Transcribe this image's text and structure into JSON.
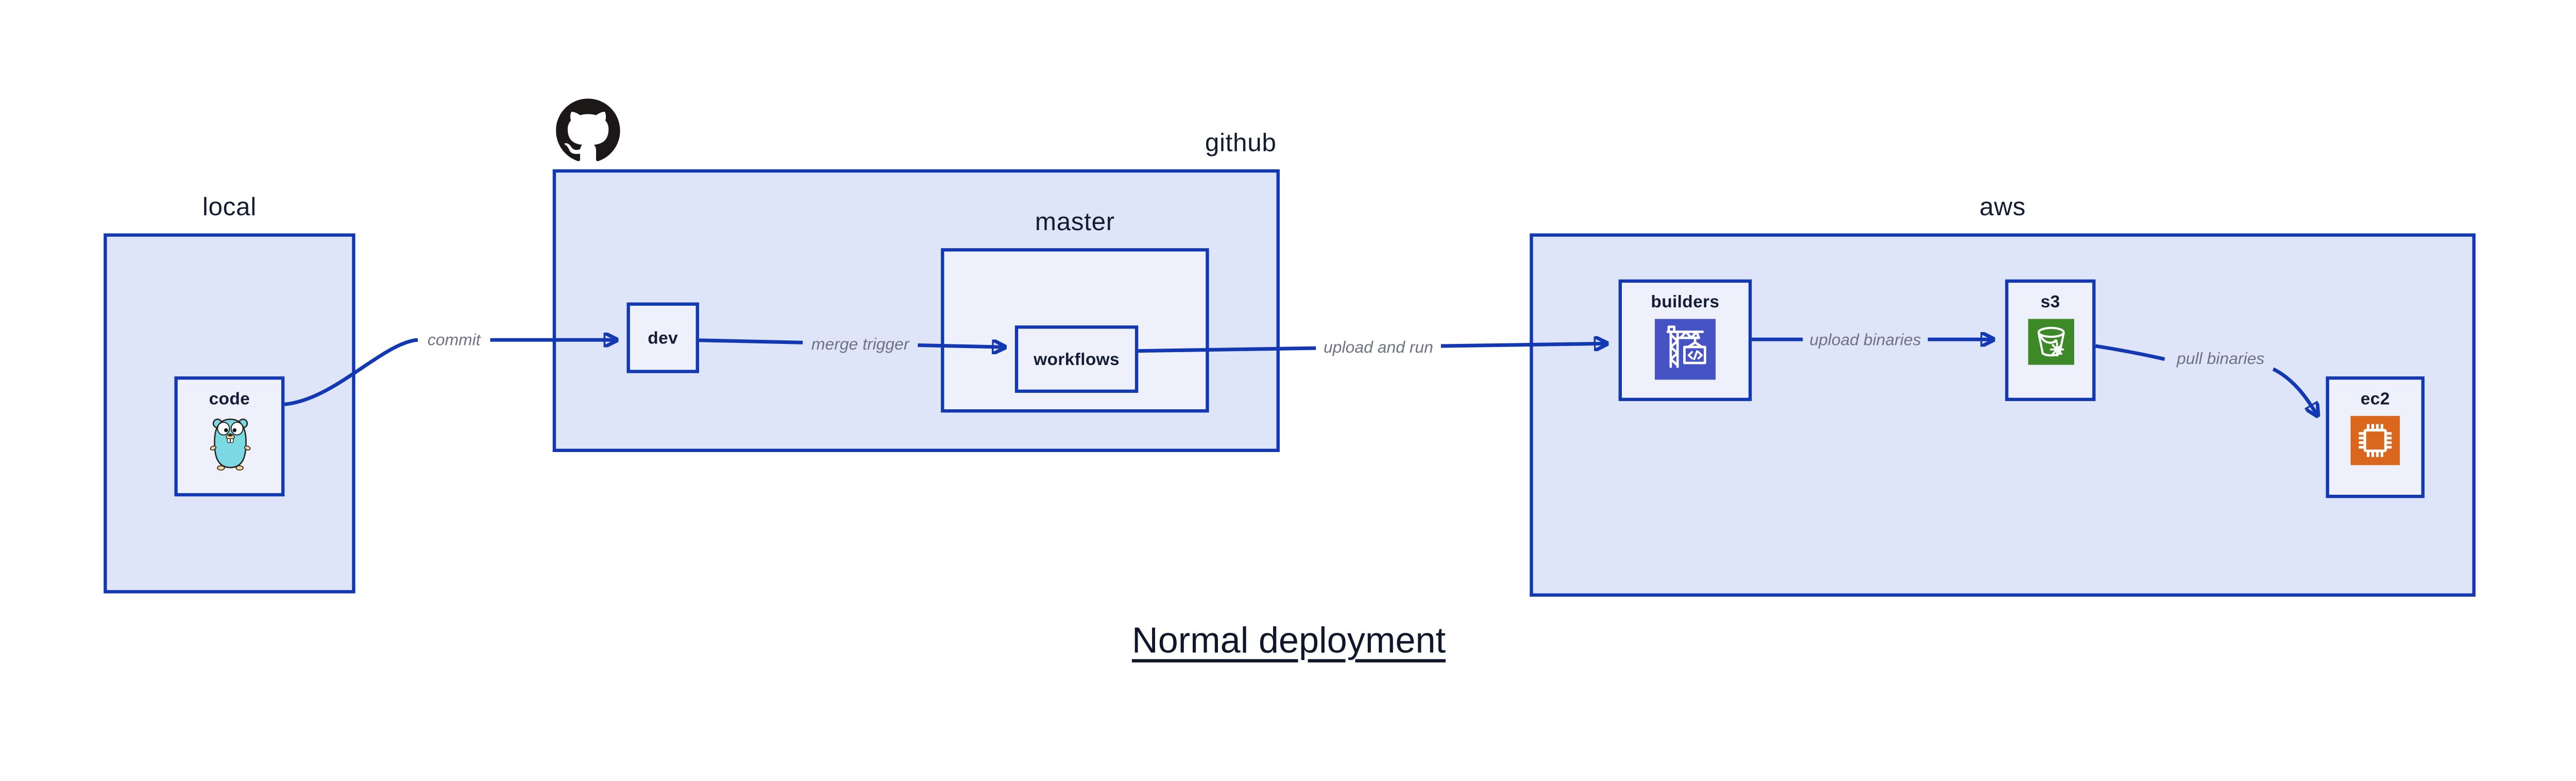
{
  "title": "Normal deployment",
  "groups": {
    "local": {
      "label": "local"
    },
    "github": {
      "label": "github",
      "icon": "github-octocat-icon"
    },
    "master": {
      "label": "master"
    },
    "aws": {
      "label": "aws"
    }
  },
  "nodes": {
    "code": {
      "label": "code",
      "icon": "go-gopher-icon"
    },
    "dev": {
      "label": "dev"
    },
    "workflows": {
      "label": "workflows"
    },
    "builders": {
      "label": "builders",
      "icon": "codebuild-crane-icon",
      "icon_color": "#4653c5"
    },
    "s3": {
      "label": "s3",
      "icon": "s3-bucket-snowflake-icon",
      "icon_color": "#3e8927"
    },
    "ec2": {
      "label": "ec2",
      "icon": "ec2-chip-icon",
      "icon_color": "#d9671d"
    }
  },
  "edges": {
    "commit": {
      "label": "commit",
      "from": "code",
      "to": "dev"
    },
    "merge_trigger": {
      "label": "merge trigger",
      "from": "dev",
      "to": "workflows"
    },
    "upload_and_run": {
      "label": "upload and run",
      "from": "workflows",
      "to": "builders"
    },
    "upload_binaries": {
      "label": "upload binaries",
      "from": "builders",
      "to": "s3"
    },
    "pull_binaries": {
      "label": "pull binaries",
      "from": "s3",
      "to": "ec2"
    }
  },
  "colors": {
    "background": "#ffffff",
    "box_border": "#1238b4",
    "arrow": "#1238b4",
    "group_fill": "#dfe5f8",
    "node_fill": "#eef1fb",
    "label_text": "#141c33",
    "edge_label_text": "#6d7285",
    "github_logo": "#1b1817",
    "codebuild_purple": "#4653c5",
    "s3_green": "#3e8927",
    "ec2_orange": "#d9671d",
    "gopher_teal": "#7ad9e3",
    "gopher_tan": "#f3d29b"
  }
}
